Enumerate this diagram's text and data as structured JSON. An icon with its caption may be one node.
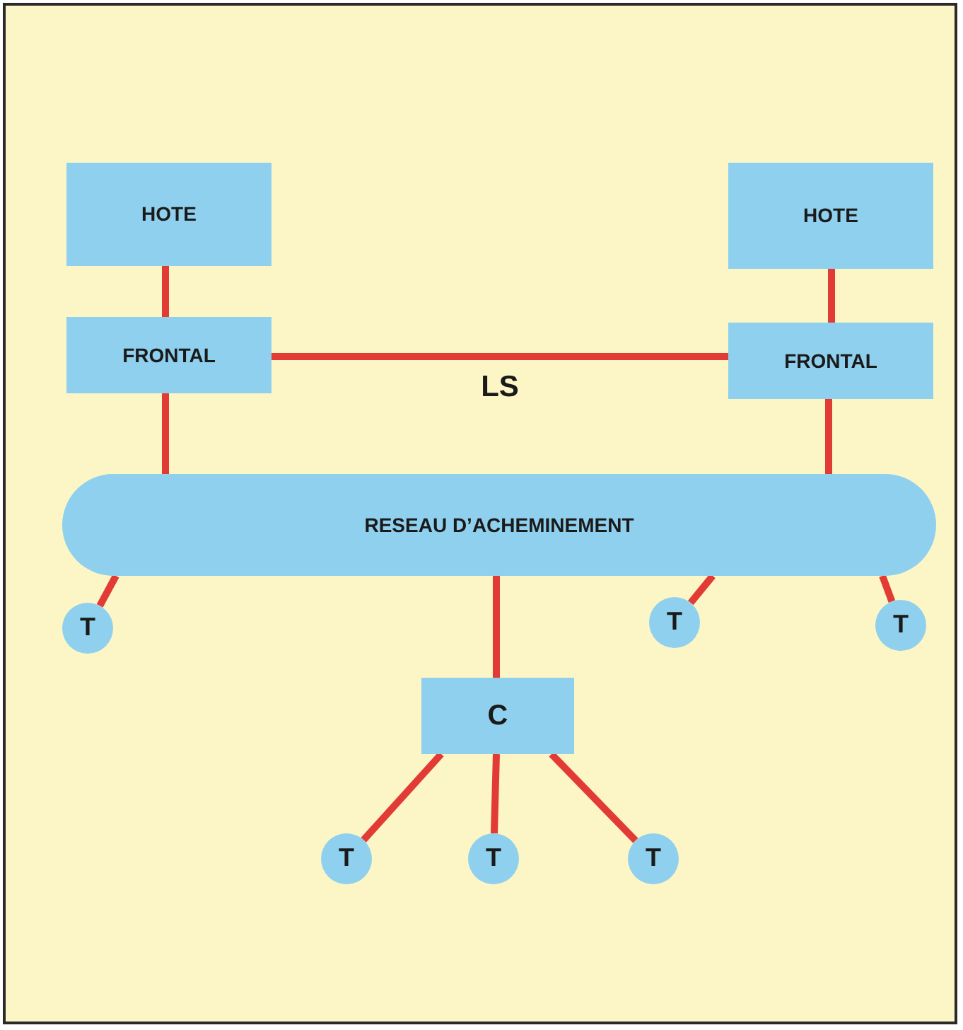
{
  "diagram": {
    "nodes": [
      {
        "text": [
          "HOTE"
        ]
      },
      {
        "text": [
          "HOTE"
        ]
      },
      {
        "text": [
          "FRONTAL"
        ]
      },
      {
        "text": [
          "FRONTAL"
        ]
      },
      {
        "text": [
          "RESEAU D’ACHEMINEMENT"
        ]
      },
      {
        "text": [
          "T"
        ]
      },
      {
        "text": [
          "T"
        ]
      },
      {
        "text": [
          "T"
        ]
      },
      {
        "text": [
          "C"
        ]
      },
      {
        "text": [
          "T"
        ]
      },
      {
        "text": [
          "T"
        ]
      },
      {
        "text": [
          "T"
        ]
      }
    ],
    "edges": [
      {
        "from": 0,
        "to": 2,
        "arrow": "none"
      },
      {
        "from": 1,
        "to": 3,
        "arrow": "none"
      },
      {
        "from": 2,
        "to": 3,
        "arrow": "none",
        "label": "LS"
      },
      {
        "from": 2,
        "to": 4,
        "arrow": "none"
      },
      {
        "from": 3,
        "to": 4,
        "arrow": "none"
      },
      {
        "from": 4,
        "to": 5,
        "arrow": "none"
      },
      {
        "from": 4,
        "to": 6,
        "arrow": "none"
      },
      {
        "from": 4,
        "to": 7,
        "arrow": "none"
      },
      {
        "from": 4,
        "to": 8,
        "arrow": "none"
      },
      {
        "from": 8,
        "to": 9,
        "arrow": "none"
      },
      {
        "from": 8,
        "to": 10,
        "arrow": "none"
      },
      {
        "from": 8,
        "to": 11,
        "arrow": "none"
      }
    ]
  }
}
